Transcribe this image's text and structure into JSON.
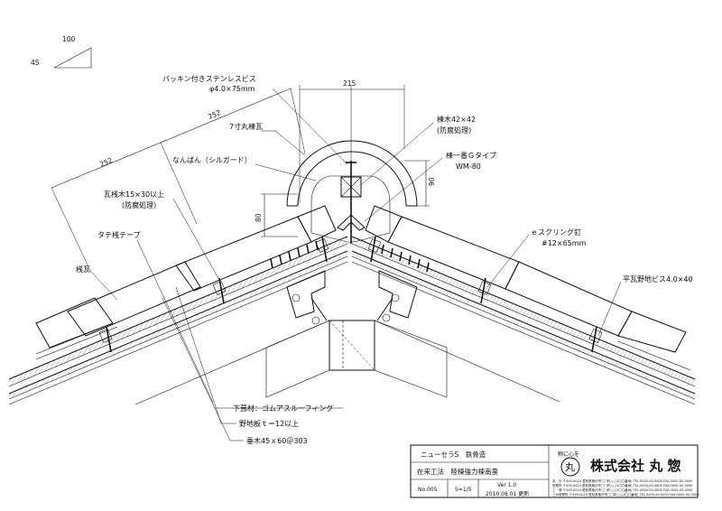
{
  "slope": {
    "run": "100",
    "rise": "45"
  },
  "dimensions": {
    "top_width": "215",
    "upper_length": "252",
    "lower_length": "252",
    "ridge_height": "90",
    "stack_height": "80"
  },
  "callouts": {
    "screw": "パッキン付きステンレスビス",
    "screw_size": "φ4.0×75mm",
    "round_ridge_tile": "7寸丸棟瓦",
    "nanban": "なんばん（シルガード）",
    "ridge_beam": "棟木42×42",
    "ridge_beam_note": "(防腐処理)",
    "ridge_type": "棟一番Ｇタイプ",
    "ridge_model": "WM-80",
    "batten": "瓦桟木15×30以上",
    "batten_note": "(防腐処理)",
    "tape": "タテ桟テープ",
    "s_nail": "ｅスクリング釘",
    "s_nail_size": "#12×65mm",
    "ridge_tile": "桟瓦",
    "flat_screw": "平瓦野地ビス4.0×40",
    "underlay": "下葺材：ゴムアスルーフィング",
    "sheathing": "野地板ｔ＝12以上",
    "rafter": "垂木45ｘ60＠303"
  },
  "title_block": {
    "product": "ニューセラS　鉄骨造",
    "method": "在来工法　陸棟強力棟南蛮",
    "number": "No.005",
    "scale": "S=1/5",
    "version": "Ver 1.0",
    "date": "2010.08.01 更新",
    "seal_text": "物に心を",
    "seal_char": "丸",
    "company": "株式会社 丸 惣",
    "address_1": "本　社 〒495-0024 愛知県稲沢市□□町△△(1〇〇番地) TEL.0000-00-0000 FAX.0000-00-0000",
    "address_2": "営業所 〒495-0024 愛知県稲沢市□□町△△(1〇〇番地) TEL.0000-00-0000 FAX.0000-00-0000",
    "address_3": "工　場 〒495-0024 愛知県稲沢市□□町△△(1〇〇番地) TEL.0000-00-0000 FAX.0000-00-0000",
    "address_4": "三州営業所 〒495-0024 愛知県稲沢市□□町△△(1〇〇番地) TEL.0000-00-0000 FAX.0000-00-0000"
  }
}
